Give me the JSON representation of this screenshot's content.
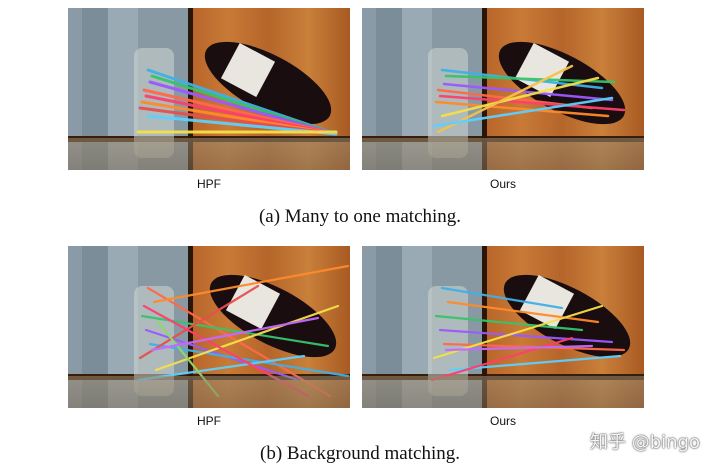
{
  "figure": {
    "row_a": {
      "left_label": "HPF",
      "right_label": "Ours",
      "caption": "(a) Many to one matching."
    },
    "row_b": {
      "left_label": "HPF",
      "right_label": "Ours",
      "caption": "(b) Background matching."
    }
  },
  "watermark": "知乎 @bingo"
}
